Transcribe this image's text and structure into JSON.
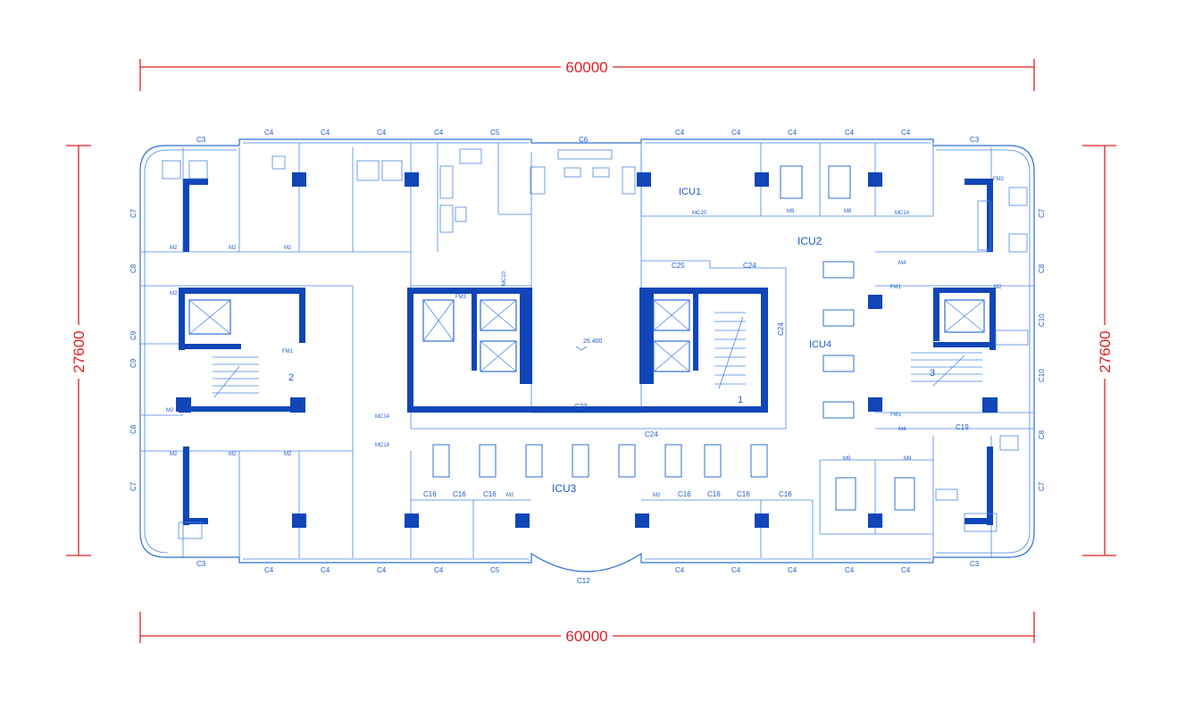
{
  "dimensions": {
    "width_top": "60000",
    "width_bottom": "60000",
    "height_left": "27600",
    "height_right": "27600"
  },
  "zones": {
    "icu1": "ICU1",
    "icu2": "ICU2",
    "icu3": "ICU3",
    "icu4": "ICU4"
  },
  "stairs": {
    "s1": "1",
    "s2": "2",
    "s3": "3"
  },
  "elevation": "26.400",
  "openings": {
    "c3": "C3",
    "c4": "C4",
    "c5": "C5",
    "c6": "C6",
    "c7": "C7",
    "c8": "C8",
    "c9": "C9",
    "c10": "C10",
    "c12": "C12",
    "c16": "C16",
    "c19": "C19",
    "c23": "C23",
    "c24": "C24",
    "c25": "C25",
    "m2": "M2",
    "m4": "M4",
    "m9": "M9",
    "mc10": "MC10",
    "mc14": "MC14",
    "mc20": "MC20",
    "fm1": "FM1",
    "fm2": "FM2",
    "fm3": "FM3"
  },
  "colors": {
    "wall": "#2f6fd6",
    "core": "#1046b8",
    "dimension": "#e02020"
  }
}
